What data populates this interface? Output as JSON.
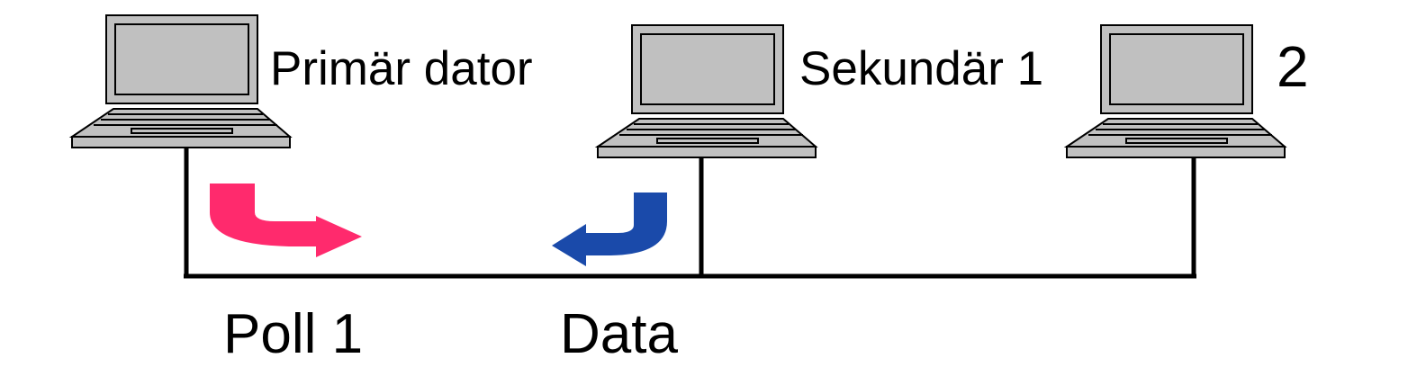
{
  "nodes": {
    "primary": {
      "label": "Primär dator",
      "icon": "laptop-icon"
    },
    "secondary_1": {
      "label": "Sekundär 1",
      "icon": "laptop-icon"
    },
    "secondary_2": {
      "label": "2",
      "icon": "laptop-icon"
    }
  },
  "messages": {
    "poll": {
      "label": "Poll 1",
      "color": "#ff2a6d",
      "direction": "to-secondary"
    },
    "data": {
      "label": "Data",
      "color": "#1a4aaa",
      "direction": "to-primary"
    }
  },
  "colors": {
    "laptop_fill": "#c0c0c0",
    "bus_line": "#000000"
  }
}
